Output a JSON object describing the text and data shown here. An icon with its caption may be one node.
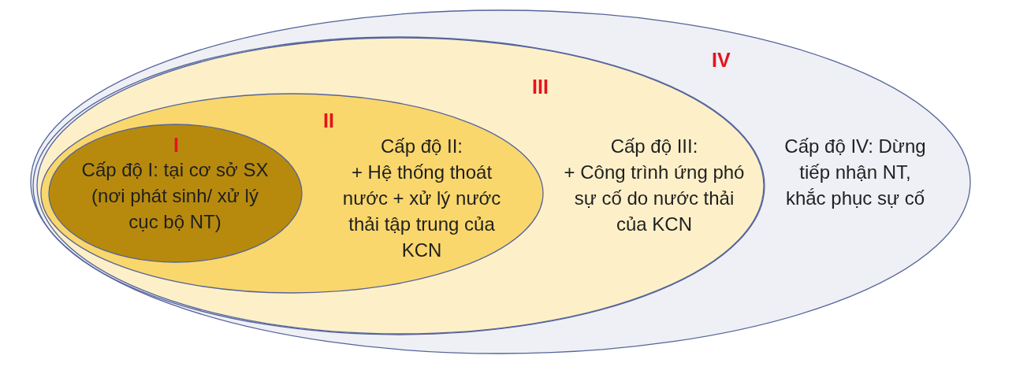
{
  "diagram": {
    "nodes": [
      {
        "text": [
          "IV",
          "Cấp độ IV: Dừng tiếp nhận NT, khắc phục sự cố"
        ]
      },
      {
        "text": [
          "III",
          "Cấp độ III:",
          "+ Công trình ứng phó sự cố do nước thải của KCN"
        ],
        "in": 0
      },
      {
        "text": [
          "II",
          "Cấp độ II:",
          "+ Hệ thống thoát nước + xử lý nước thải tập trung của KCN"
        ],
        "in": 1
      },
      {
        "text": [
          "I",
          "Cấp độ I: tại cơ sở SX (nơi phát sinh/ xử lý cục bộ NT)"
        ],
        "in": 2
      }
    ]
  }
}
